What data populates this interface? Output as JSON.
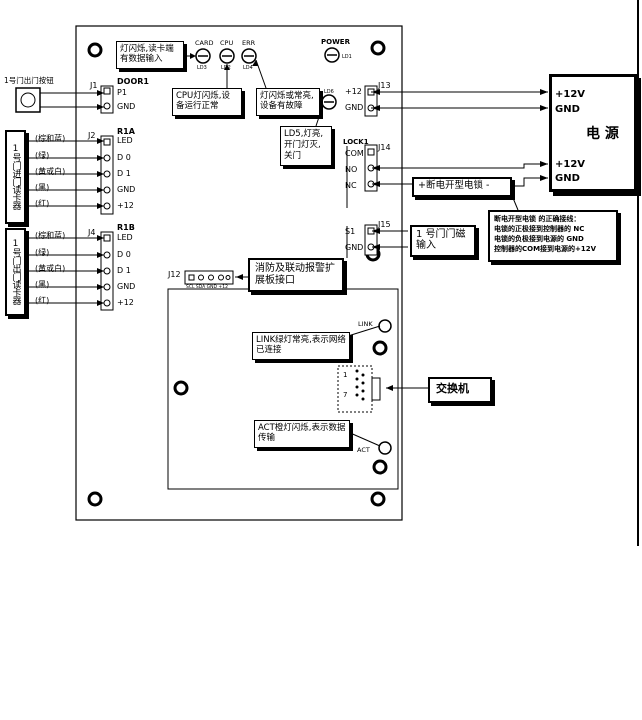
{
  "board": {
    "door1_title": "DOOR1",
    "door1_pins": [
      "P1",
      "GND"
    ],
    "exit_button_label": "1号门出门按钮",
    "leds": [
      "CARD",
      "CPU",
      "ERR"
    ],
    "led_codes": [
      "LD3",
      "LD2",
      "LD4"
    ],
    "power_label": "POWER",
    "power_code": "LD1",
    "ld6_label": "LD6",
    "j2": "J2",
    "j4": "J4",
    "j1": "J1",
    "j13": "J13",
    "j14": "J14",
    "j15": "J15",
    "j12": "J12",
    "r1a_title": "R1A",
    "r1b_title": "R1B",
    "reader_pins": [
      "LED",
      "D 0",
      "D 1",
      "GND",
      "+12"
    ],
    "r1a_wires": [
      "(棕和蓝)",
      "(绿)",
      "(黄或白)",
      "(黑)",
      "(红)"
    ],
    "r1b_wires": [
      "(棕和蓝)",
      "(绿)",
      "(黄或白)",
      "(黑)",
      "(红)"
    ],
    "reader_in_label": "1号门进门读卡器",
    "reader_out_label": "1号门出门读卡器",
    "power_pins": [
      "+12",
      "GND"
    ],
    "lock_title": "LOCK1",
    "lock_pins": [
      "COM",
      "NO",
      "NC"
    ],
    "door_sensor_pins": [
      "S1",
      "GND"
    ],
    "j12_pins": "SCL SDA GND +12",
    "link_label": "LINK",
    "act_label": "ACT",
    "rj45_pin1": "1",
    "rj45_pin7": "7"
  },
  "callouts": {
    "card_led": "灯闪烁,读卡端有数据输入",
    "cpu_led": "CPU灯闪烁,设备运行正常",
    "err_led": "灯闪烁或常亮,设备有故障",
    "ld5": "LD5,灯亮,开门灯灭,关门",
    "fire_alarm": "消防及联动报警扩展板接口",
    "link_note": "LINK绿灯常亮,表示网络已连接",
    "act_note": "ACT橙灯闪烁,表示数据传输",
    "switch": "交换机",
    "door_sensor": "1 号门门磁输入",
    "power_off_lock": "+断电开型电锁 -",
    "wiring_title": "断电开型电锁 的正确接线：",
    "wiring_lines": [
      "电锁的正极接到控制器的 NC",
      "电锁的负极接到电源的 GND",
      "控制器的COM接到电源的+12V"
    ]
  },
  "psu": {
    "title": "电 源",
    "top": [
      "+12V",
      "GND"
    ],
    "bottom": [
      "+12V",
      "GND"
    ]
  }
}
